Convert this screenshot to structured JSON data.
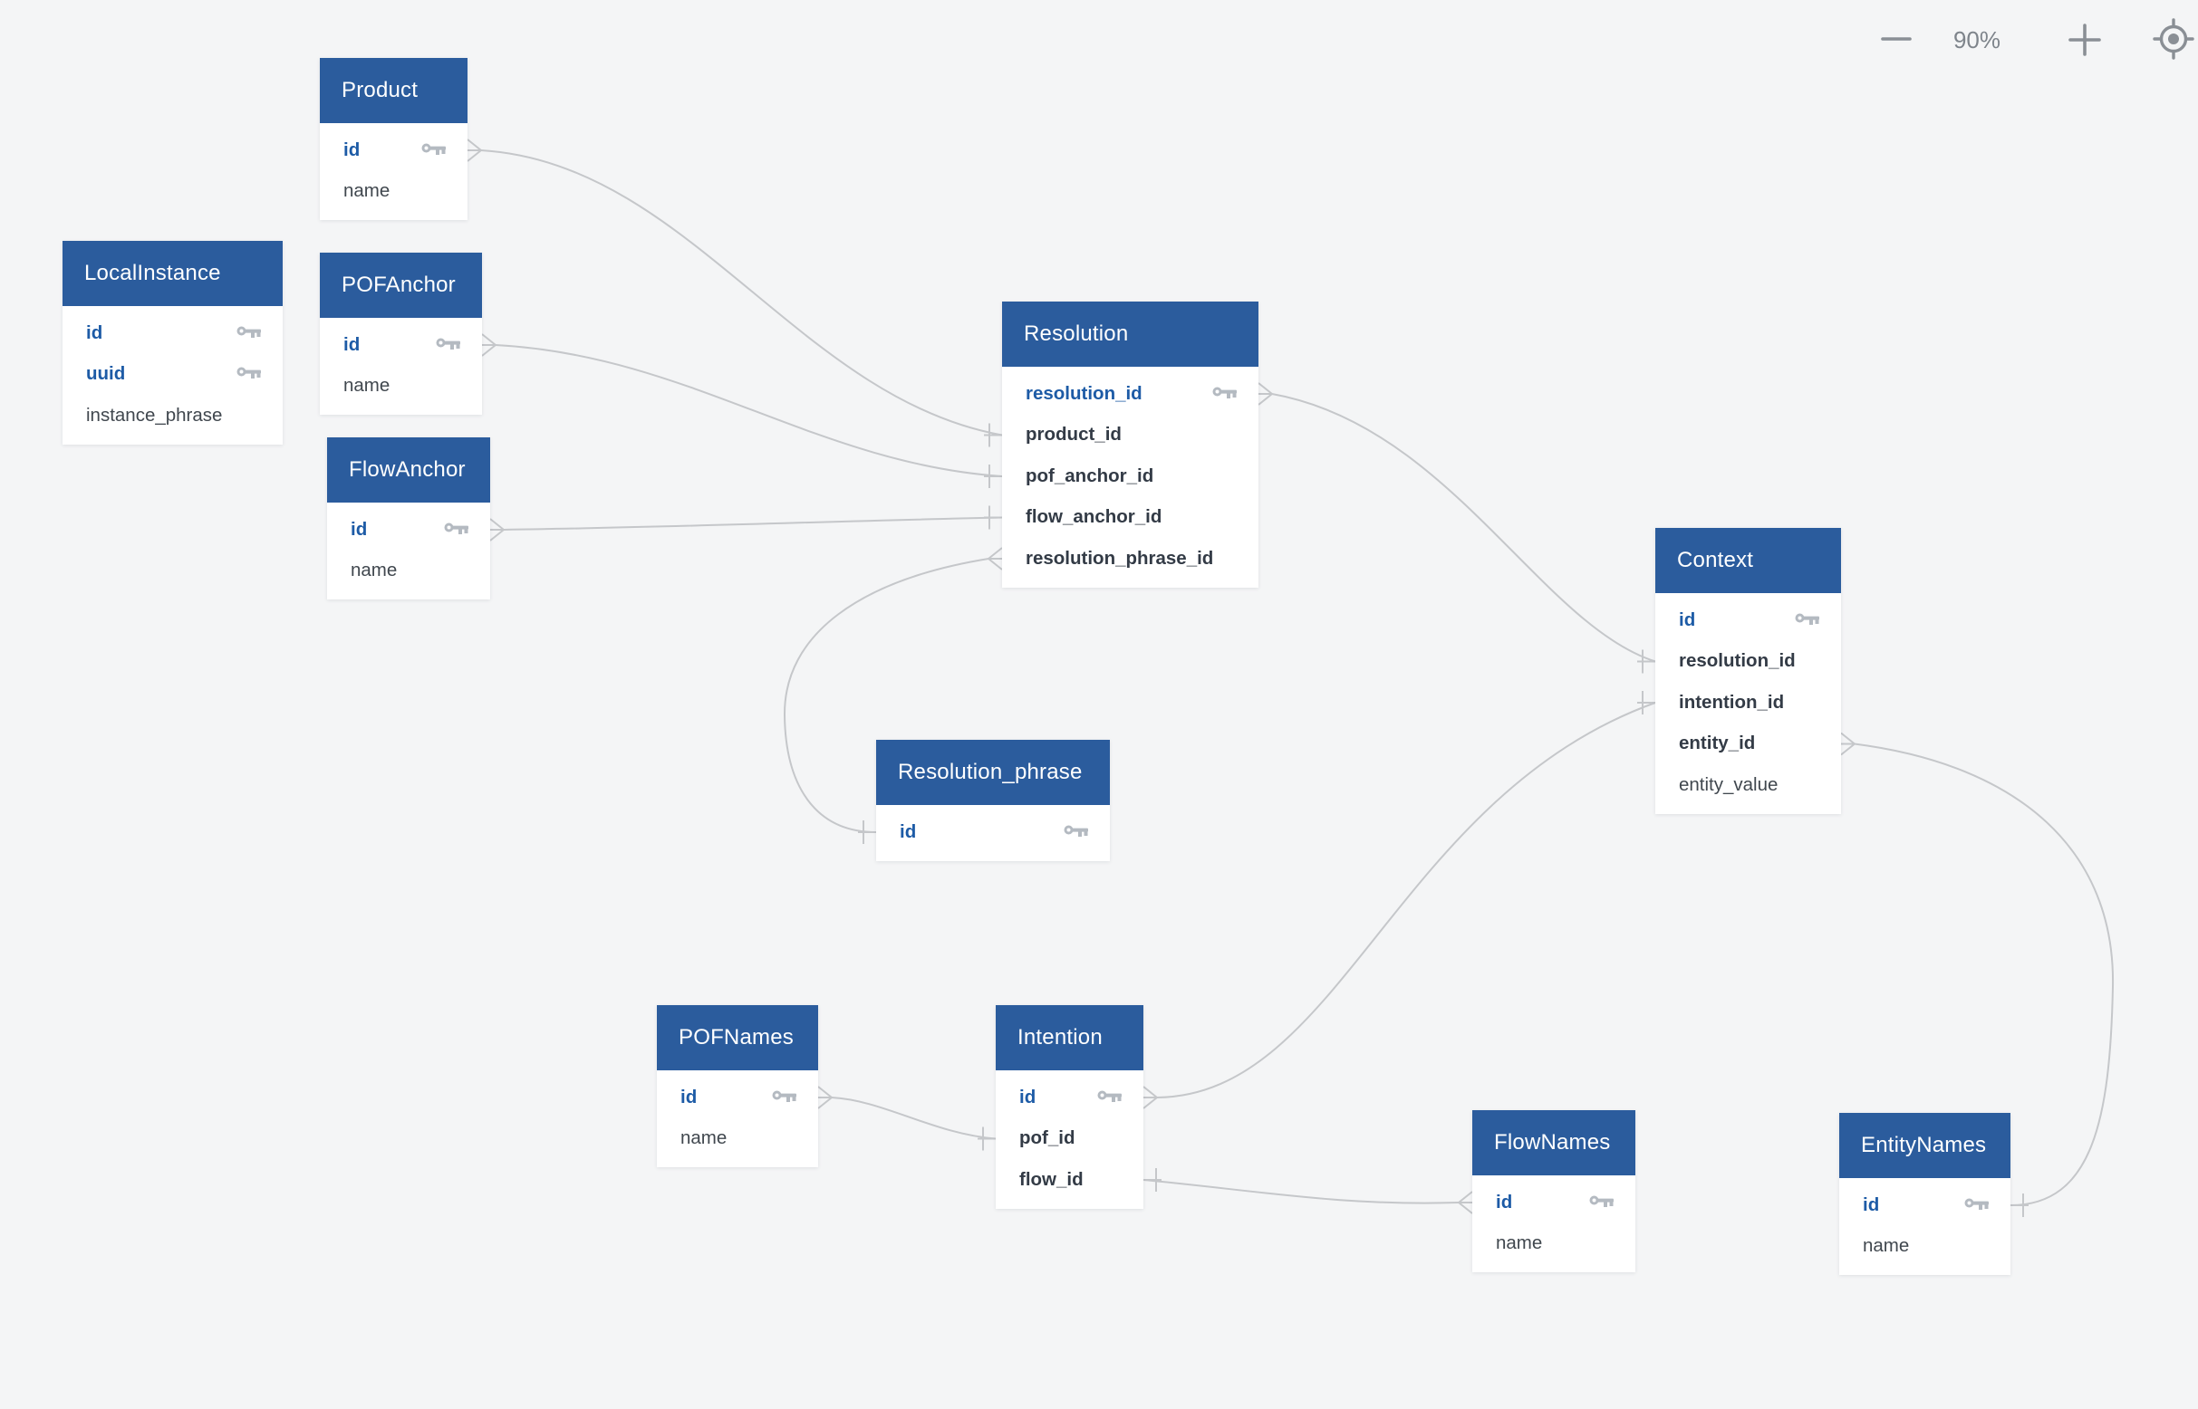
{
  "app": {
    "kind": "database-schema-diagram",
    "background_color": "#f4f5f6"
  },
  "toolbar": {
    "zoom_level": "90%",
    "zoom_out_icon": "minus-icon",
    "zoom_in_icon": "plus-icon",
    "center_icon": "crosshair-target-icon",
    "control_color": "#8a8f95"
  },
  "colors": {
    "table_header": "#2b5c9d",
    "primary_key_text": "#1d5ba6",
    "foreign_key_text": "#333b46",
    "column_text": "#40474e",
    "relationship_line": "#c5c7ca",
    "key_icon": "#b4bac1"
  },
  "tables": [
    {
      "name": "Product",
      "columns": [
        {
          "name": "id",
          "style": "pk",
          "key": true
        },
        {
          "name": "name",
          "style": "plain",
          "key": false
        }
      ]
    },
    {
      "name": "LocalInstance",
      "columns": [
        {
          "name": "id",
          "style": "pk",
          "key": true
        },
        {
          "name": "uuid",
          "style": "pk",
          "key": true
        },
        {
          "name": "instance_phrase",
          "style": "plain",
          "key": false
        }
      ]
    },
    {
      "name": "POFAnchor",
      "columns": [
        {
          "name": "id",
          "style": "pk",
          "key": true
        },
        {
          "name": "name",
          "style": "plain",
          "key": false
        }
      ]
    },
    {
      "name": "FlowAnchor",
      "columns": [
        {
          "name": "id",
          "style": "pk",
          "key": true
        },
        {
          "name": "name",
          "style": "plain",
          "key": false
        }
      ]
    },
    {
      "name": "Resolution",
      "columns": [
        {
          "name": "resolution_id",
          "style": "pk",
          "key": true
        },
        {
          "name": "product_id",
          "style": "fk",
          "key": false
        },
        {
          "name": "pof_anchor_id",
          "style": "fk",
          "key": false
        },
        {
          "name": "flow_anchor_id",
          "style": "fk",
          "key": false
        },
        {
          "name": "resolution_phrase_id",
          "style": "fk",
          "key": false
        }
      ]
    },
    {
      "name": "Resolution_phrase",
      "columns": [
        {
          "name": "id",
          "style": "pk",
          "key": true
        }
      ]
    },
    {
      "name": "Context",
      "columns": [
        {
          "name": "id",
          "style": "pk",
          "key": true
        },
        {
          "name": "resolution_id",
          "style": "fk",
          "key": false
        },
        {
          "name": "intention_id",
          "style": "fk",
          "key": false
        },
        {
          "name": "entity_id",
          "style": "fk",
          "key": false
        },
        {
          "name": "entity_value",
          "style": "plain",
          "key": false
        }
      ]
    },
    {
      "name": "POFNames",
      "columns": [
        {
          "name": "id",
          "style": "pk",
          "key": true
        },
        {
          "name": "name",
          "style": "plain",
          "key": false
        }
      ]
    },
    {
      "name": "Intention",
      "columns": [
        {
          "name": "id",
          "style": "pk",
          "key": true
        },
        {
          "name": "pof_id",
          "style": "fk",
          "key": false
        },
        {
          "name": "flow_id",
          "style": "fk",
          "key": false
        }
      ]
    },
    {
      "name": "FlowNames",
      "columns": [
        {
          "name": "id",
          "style": "pk",
          "key": true
        },
        {
          "name": "name",
          "style": "plain",
          "key": false
        }
      ]
    },
    {
      "name": "EntityNames",
      "columns": [
        {
          "name": "id",
          "style": "pk",
          "key": true
        },
        {
          "name": "name",
          "style": "plain",
          "key": false
        }
      ]
    }
  ],
  "relationships": [
    {
      "from": "Product.id",
      "to": "Resolution.product_id",
      "from_cardinality": "many",
      "to_cardinality": "one"
    },
    {
      "from": "POFAnchor.id",
      "to": "Resolution.pof_anchor_id",
      "from_cardinality": "many",
      "to_cardinality": "one"
    },
    {
      "from": "FlowAnchor.id",
      "to": "Resolution.flow_anchor_id",
      "from_cardinality": "many",
      "to_cardinality": "one"
    },
    {
      "from": "Resolution.resolution_phrase_id",
      "to": "Resolution_phrase.id",
      "from_cardinality": "many",
      "to_cardinality": "one"
    },
    {
      "from": "Resolution.resolution_id",
      "to": "Context.resolution_id",
      "from_cardinality": "many",
      "to_cardinality": "one"
    },
    {
      "from": "Intention.id",
      "to": "Context.intention_id",
      "from_cardinality": "many",
      "to_cardinality": "one"
    },
    {
      "from": "POFNames.id",
      "to": "Intention.pof_id",
      "from_cardinality": "many",
      "to_cardinality": "one"
    },
    {
      "from": "Intention.flow_id",
      "to": "FlowNames.id",
      "from_cardinality": "one",
      "to_cardinality": "many"
    },
    {
      "from": "Context.entity_id",
      "to": "EntityNames.id",
      "from_cardinality": "many",
      "to_cardinality": "one"
    }
  ]
}
